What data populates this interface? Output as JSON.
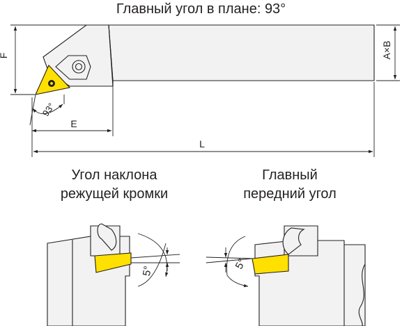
{
  "header": {
    "title": "Главный угол в плане: 93°"
  },
  "dimensions": {
    "height_label": "F",
    "angle_label": "93°",
    "offset_label": "E",
    "length_label": "L",
    "section_label": "A×B"
  },
  "details": {
    "left": {
      "title_line1": "Угол наклона",
      "title_line2": "режущей кромки",
      "angle_label": "5°"
    },
    "right": {
      "title_line1": "Главный",
      "title_line2": "передний угол",
      "angle_label": "5°"
    }
  },
  "colors": {
    "insert": "#ffe000",
    "insert_tip": "#ffd400",
    "body_fill": "#f2f2f2",
    "line": "#231f20"
  }
}
